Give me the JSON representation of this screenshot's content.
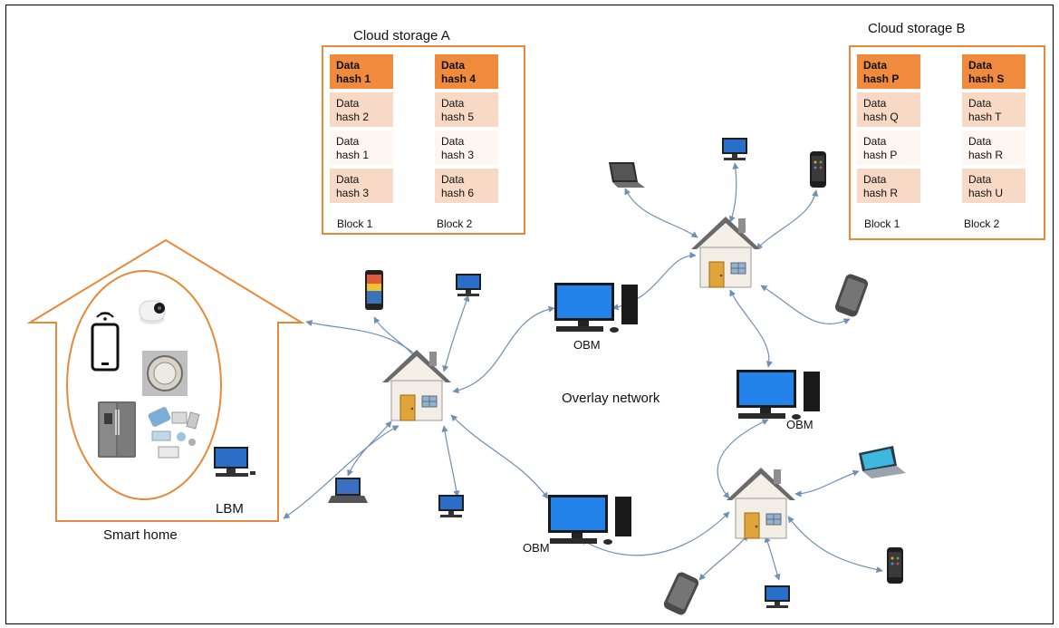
{
  "cloud_a": {
    "title": "Cloud storage A",
    "block1": [
      "Data hash 1",
      "Data hash 2",
      "Data hash 1",
      "Data hash 3"
    ],
    "block2": [
      "Data hash 4",
      "Data hash 5",
      "Data hash 3",
      "Data hash 6"
    ],
    "block1_label": "Block 1",
    "block2_label": "Block 2"
  },
  "cloud_b": {
    "title": "Cloud storage B",
    "block1": [
      "Data hash P",
      "Data hash Q",
      "Data hash P",
      "Data hash R"
    ],
    "block2": [
      "Data hash S",
      "Data hash T",
      "Data hash R",
      "Data hash U"
    ],
    "block1_label": "Block 1",
    "block2_label": "Block 2"
  },
  "labels": {
    "smart_home": "Smart home",
    "lbm": "LBM",
    "overlay_network": "Overlay network",
    "obm": "OBM"
  },
  "colors": {
    "accent": "#E8893A",
    "cell_dark": "#F08A3C",
    "cell_mid": "#F8D9C6",
    "cell_light": "#FCEDE4",
    "cell_lightest": "#FEF6F1",
    "arrow": "#6F8FB4"
  }
}
